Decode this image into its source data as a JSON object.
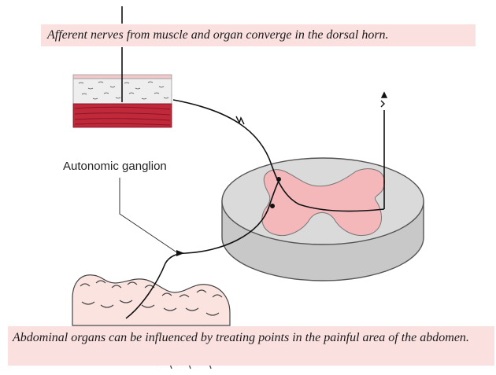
{
  "captions": {
    "top": "Afferent nerves from muscle and organ converge in the dorsal horn.",
    "bottom": "Abdominal organs can be influenced by treating points in the painful area of the abdomen."
  },
  "labels": {
    "autonomic_ganglion": "Autonomic ganglion"
  },
  "colors": {
    "muscle": "#c0293a",
    "skin_fat": "#eeeeee",
    "gray_matter": "#f4b8bb",
    "cord_white_matter": "#dadada",
    "cord_side": "#c8c8c8",
    "intestine": "#fbe3e0",
    "caption_bg": "#fbe0e0"
  },
  "icons": [
    "nerve-arrow-icon",
    "synapse-icon"
  ]
}
